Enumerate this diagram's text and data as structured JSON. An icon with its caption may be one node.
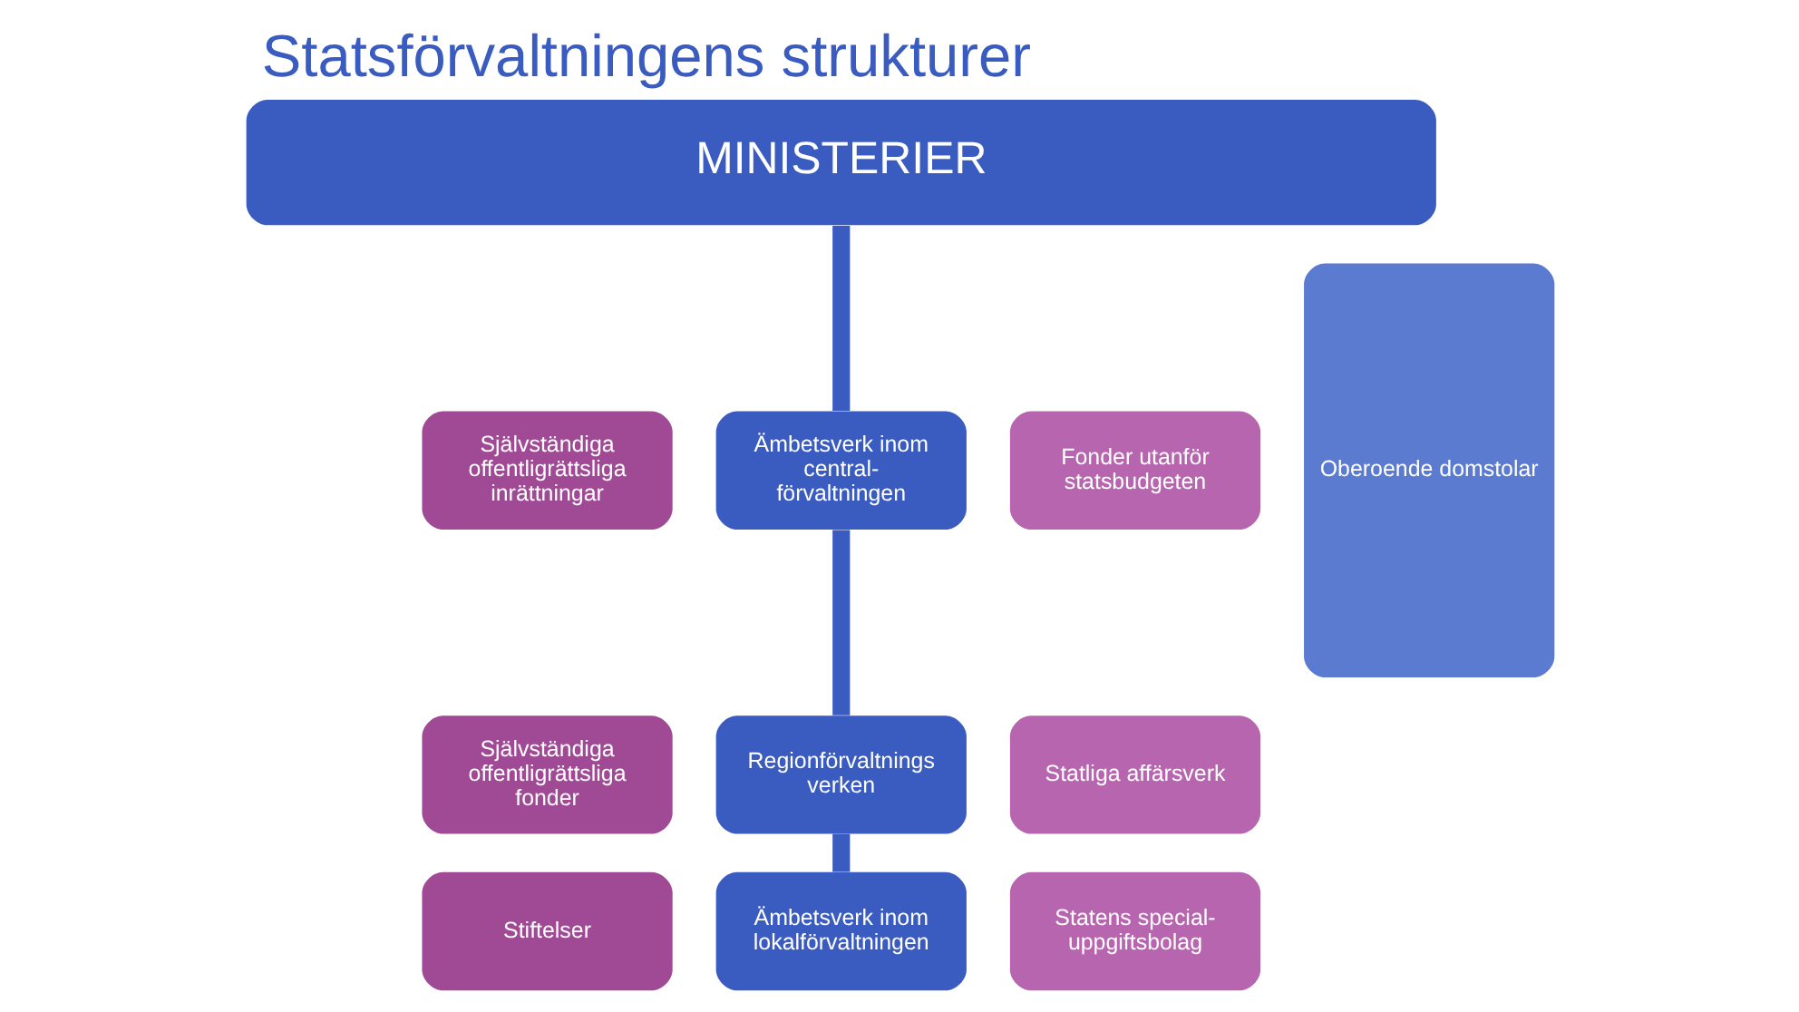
{
  "diagram": {
    "title": "Statsförvaltningens strukturer",
    "nodes": [
      {
        "text": [
          "MINISTERIER"
        ]
      },
      {
        "text": [
          "Självständiga offentligrättsliga inrättningar"
        ]
      },
      {
        "text": [
          "Ämbetsverk inom central- förvaltningen"
        ]
      },
      {
        "text": [
          "Fonder utanför statsbudgeten"
        ]
      },
      {
        "text": [
          "Oberoende domstolar"
        ]
      },
      {
        "text": [
          "Självständiga offentligrättsliga fonder"
        ]
      },
      {
        "text": [
          "Regionförvaltnings verken"
        ]
      },
      {
        "text": [
          "Statliga affärsverk"
        ]
      },
      {
        "text": [
          "Stiftelser"
        ]
      },
      {
        "text": [
          "Ämbetsverk inom lokalförvaltningen"
        ]
      },
      {
        "text": [
          "Statens special- uppgiftsbolag"
        ]
      }
    ],
    "edges": [
      {
        "from": 0,
        "to": 2,
        "arrow": "none"
      },
      {
        "from": 2,
        "to": 6,
        "arrow": "none"
      },
      {
        "from": 6,
        "to": 9,
        "arrow": "none"
      }
    ]
  }
}
